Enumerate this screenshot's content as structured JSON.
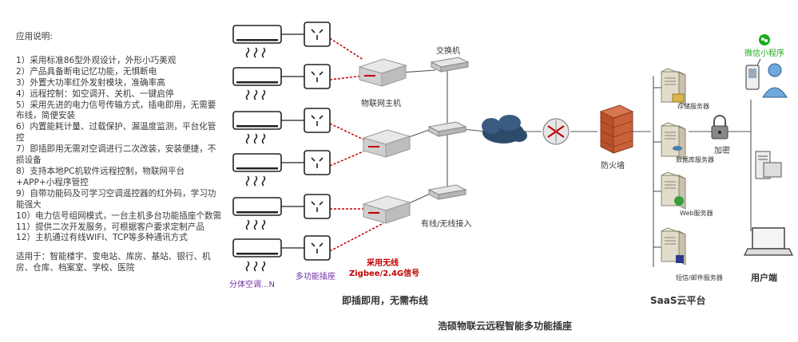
{
  "notes": {
    "title": "应用说明:",
    "items": [
      "1）采用标准86型外观设计，外形小巧美观",
      "2）产品具备断电记忆功能，无惧断电",
      "3）外置大功率红外发射模块，准确率高",
      "4）远程控制：如空调开、关机、一键启停",
      "5）采用先进的电力信号传输方式，插电即用，无需要布线，简便安装",
      "6）内置能耗计量、过载保护、漏温度监测，平台化管控",
      "7）即插即用无需对空调进行二次改装，安装便捷，不损设备",
      "8）支持本地PC机软件远程控制，物联网平台+APP+小程序管控",
      "9）自带功能码及可学习空调遥控器的红外码，学习功能强大",
      "10）电力信号组网模式，一台主机多台功能插座个数需",
      "11）提供二次开发服务，可根据客户要求定制产品",
      "12）主机通过有线WIFI、TCP等多种通讯方式"
    ],
    "usage": "适用于：智能楼宇、变电站、库房、基站、银行、机房、仓库、档案室、学校、医院"
  },
  "labels": {
    "ac": "分体空调...N",
    "socket": "多功能插座",
    "iot_host": "物联网主机",
    "switch": "交换机",
    "wireless_ap": "有线/无线接入",
    "wireless_note_1": "采用无线",
    "wireless_note_2": "Zigbee/2.4G信号",
    "plug_and_play": "即插即用，无需布线",
    "firewall": "防火墙",
    "storage_server": "存储服务器",
    "db_server": "数据库服务器",
    "web_server": "Web服务器",
    "msg_server": "短信/邮件服务器",
    "encrypt": "加密",
    "wechat": "微信小程序",
    "user_end": "用户端",
    "saas": "SaaS云平台",
    "footer": "浩硕物联云远程智能多功能插座"
  },
  "colors": {
    "red_link": "#c00000",
    "wireless_text": "#c00000",
    "purple": "#7030a0",
    "wechat_green": "#1aad19"
  }
}
